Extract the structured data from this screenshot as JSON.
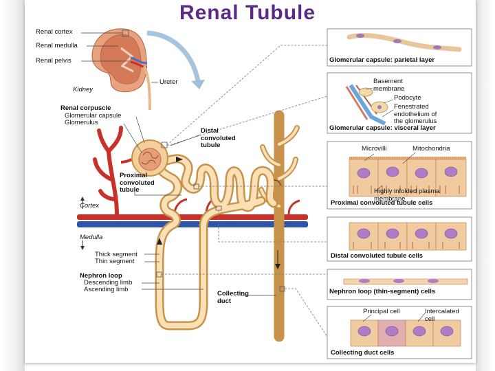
{
  "title": "Renal Tubule",
  "kidney": {
    "renal_cortex": "Renal cortex",
    "renal_medulla": "Renal medulla",
    "renal_pelvis": "Renal pelvis",
    "ureter": "Ureter",
    "kidney": "Kidney"
  },
  "nephron": {
    "renal_corpuscle": "Renal corpuscle",
    "glomerular_capsule": "Glomerular capsule",
    "glomerulus": "Glomerulus",
    "distal_convoluted_tubule": [
      "Distal",
      "convoluted",
      "tubule"
    ],
    "proximal_convoluted_tubule": [
      "Proximal",
      "convoluted",
      "tubule"
    ],
    "cortex": "Cortex",
    "medulla": "Medulla",
    "thick_segment": "Thick segment",
    "thin_segment": "Thin segment",
    "nephron_loop": "Nephron loop",
    "descending_limb": "Descending limb",
    "ascending_limb": "Ascending limb",
    "collecting_duct": [
      "Collecting",
      "duct"
    ]
  },
  "panels": {
    "parietal": "Glomerular capsule: parietal layer",
    "visceral": {
      "caption": "Glomerular capsule: visceral layer",
      "basement_membrane": [
        "Basement",
        "membrane"
      ],
      "podocyte": "Podocyte",
      "fenestrated": [
        "Fenestrated",
        "endothelium of",
        "the glomerulus"
      ]
    },
    "proximal": {
      "caption": "Proximal convoluted tubule cells",
      "microvilli": "Microvilli",
      "mitochondria": "Mitochondria",
      "infolded": [
        "Highly infolded plasma",
        "membrane"
      ]
    },
    "distal": "Distal convoluted tubule cells",
    "thin": "Nephron loop (thin-segment) cells",
    "collecting": {
      "caption": "Collecting duct cells",
      "principal": "Principal cell",
      "intercalated": [
        "Intercalated",
        "cell"
      ]
    }
  },
  "colors": {
    "title": "#5b2a86",
    "tubule": "#f2c78c",
    "tubule_edge": "#c8924a",
    "artery": "#c8302a",
    "vein": "#2d55a8"
  }
}
